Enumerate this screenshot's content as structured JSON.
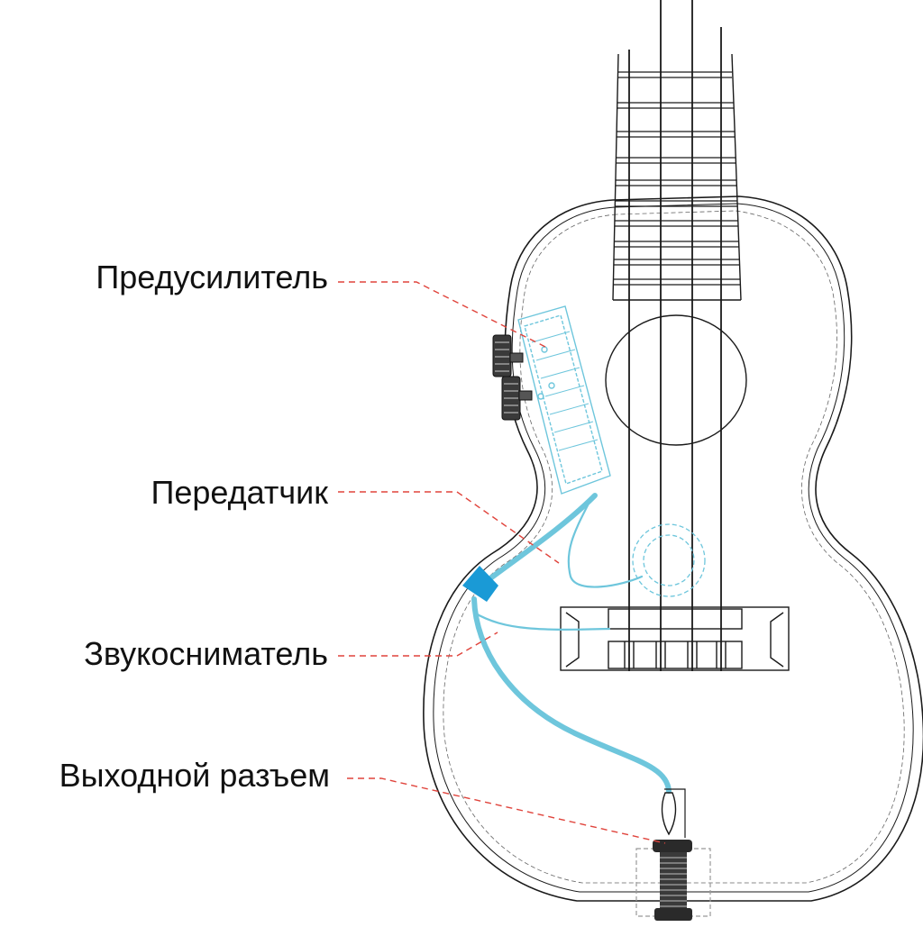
{
  "labels": {
    "preamp": "Предусилитель",
    "transmitter": "Передатчик",
    "pickup": "Звукосниматель",
    "output_jack": "Выходной разъем"
  },
  "colors": {
    "outline": "#1a1a1a",
    "electronics": "#6ec6dc",
    "transmitter_block": "#1a9ad6",
    "leader_line": "#e0443c",
    "text": "#111111"
  }
}
